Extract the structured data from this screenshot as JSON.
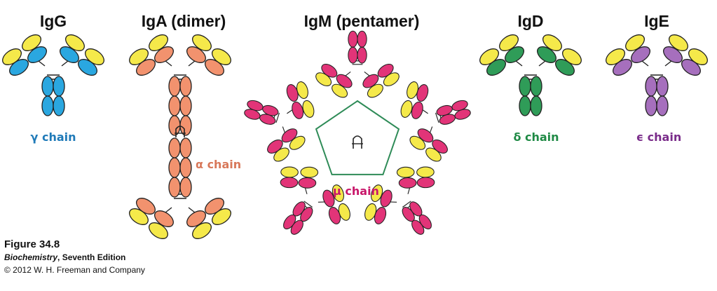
{
  "colors": {
    "light_chain": "#f5e94a",
    "igg_heavy": "#2aa7e0",
    "iga_heavy": "#f2926e",
    "igm_heavy": "#e23478",
    "igd_heavy": "#2f9c58",
    "ige_heavy": "#a66fbd",
    "igm_link": "#2e8b57",
    "outline": "#222222"
  },
  "antibodies": [
    {
      "id": "igg",
      "title": "IgG",
      "chain_label": "γ chain",
      "label_color": "#1f7ab8"
    },
    {
      "id": "iga",
      "title": "IgA (dimer)",
      "chain_label": "α chain",
      "label_color": "#d8785a"
    },
    {
      "id": "igm",
      "title": "IgM (pentamer)",
      "chain_label": "μ chain",
      "label_color": "#c8176a"
    },
    {
      "id": "igd",
      "title": "IgD",
      "chain_label": "δ chain",
      "label_color": "#1f8a45"
    },
    {
      "id": "ige",
      "title": "IgE",
      "chain_label": "ϵ chain",
      "label_color": "#7a2c8a"
    }
  ],
  "caption": {
    "figure_number": "Figure 34.8",
    "book_title": "Biochemistry",
    "edition": ", Seventh Edition",
    "copyright": "© 2012 W. H. Freeman and Company"
  }
}
